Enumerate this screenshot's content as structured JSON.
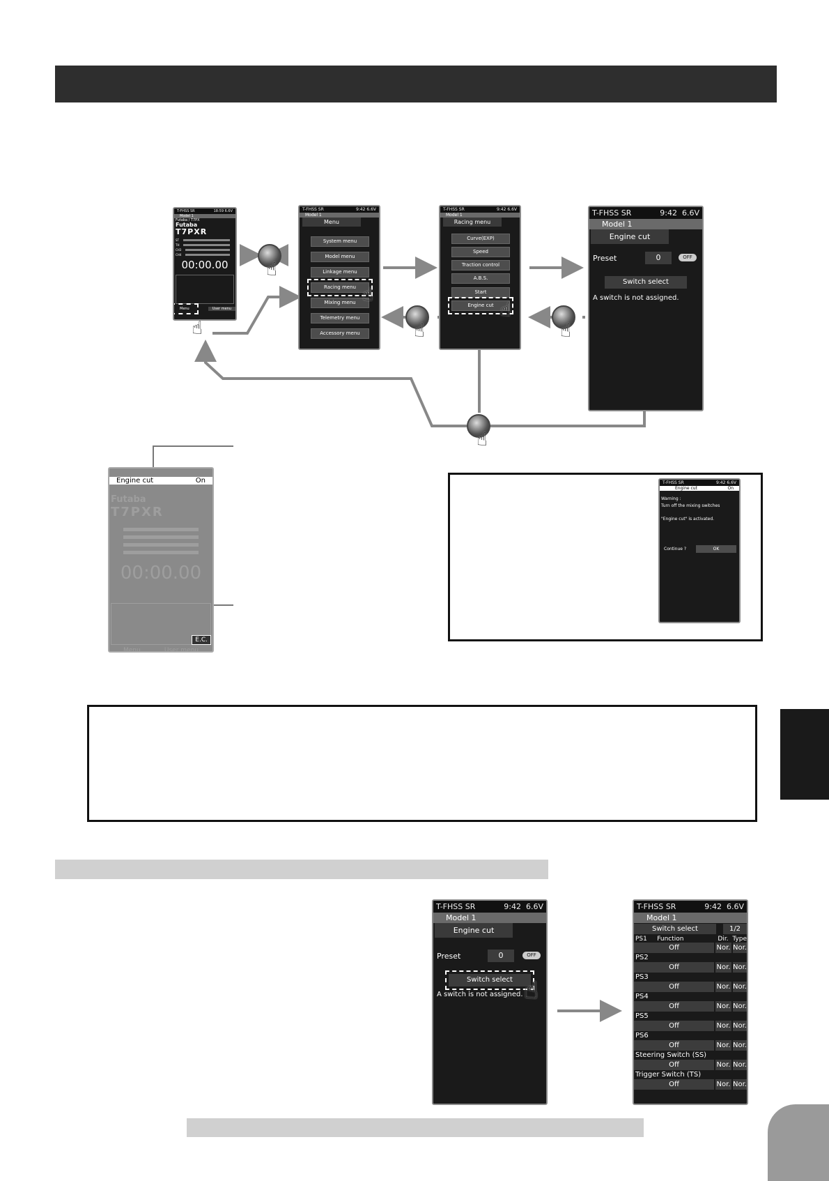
{
  "home_screen": {
    "status_left": "T-FHSS SR",
    "status_time": "18:59",
    "status_batt": "6.6V",
    "model": "Model 1",
    "user": "Futaba / T7PX",
    "brand": "Futaba",
    "product": "T7PXR",
    "trims": [
      "ST",
      "TH",
      "CH3",
      "CH4"
    ],
    "timer": "00:00.00",
    "menu_label": "Menu",
    "user_menu_label": "User menu"
  },
  "menu_screen": {
    "status_left": "T-FHSS SR",
    "status_time": "9:42",
    "status_batt": "6.6V",
    "model": "Model 1",
    "title": "Menu",
    "items": [
      "System menu",
      "Model menu",
      "Linkage menu",
      "Racing menu",
      "Mixing menu",
      "Telemetry menu",
      "Accessory menu"
    ]
  },
  "racing_screen": {
    "status_left": "T-FHSS SR",
    "status_time": "9:42",
    "status_batt": "6.6V",
    "model": "Model 1",
    "title": "Racing menu",
    "items": [
      "Curve(EXP)",
      "Speed",
      "Traction control",
      "A.B.S.",
      "Start",
      "Engine cut"
    ]
  },
  "engine_cut_screen": {
    "status_left": "T-FHSS SR",
    "status_time": "9:42",
    "status_batt": "6.6V",
    "model": "Model 1",
    "title": "Engine cut",
    "preset_label": "Preset",
    "preset_value": "0",
    "off_label": "OFF",
    "switch_select_label": "Switch select",
    "message": "A switch is not assigned."
  },
  "faded_home": {
    "banner_label": "Engine cut",
    "banner_state": "On",
    "brand": "Futaba",
    "product": "T7PXR",
    "timer": "00:00.00",
    "ec_label": "E.C.",
    "menu_label": "Menu",
    "user_menu_label": "User menu"
  },
  "warning_screen": {
    "status_left": "T-FHSS SR",
    "status_time": "9:42",
    "status_batt": "6.6V",
    "banner_label": "Engine cut",
    "banner_state": "On",
    "warning": "Warning :",
    "line1": "Turn off the mixing switches",
    "line2": "\"Engine cut\" is activated.",
    "continue_label": "Continue ?",
    "ok_label": "OK"
  },
  "engine_cut_screen2": {
    "status_left": "T-FHSS SR",
    "status_time": "9:42",
    "status_batt": "6.6V",
    "model": "Model 1",
    "title": "Engine cut",
    "preset_label": "Preset",
    "preset_value": "0",
    "off_label": "OFF",
    "switch_select_label": "Switch select",
    "message": "A switch is not assigned."
  },
  "switch_select_screen": {
    "status_left": "T-FHSS SR",
    "status_time": "9:42",
    "status_batt": "6.6V",
    "model": "Model 1",
    "title": "Switch select",
    "page": "1/2",
    "col_function": "Function",
    "col_dir": "Dir.",
    "col_type": "Type",
    "rows": [
      {
        "label": "PS1",
        "function": "Off",
        "dir": "Nor.",
        "type": "Nor."
      },
      {
        "label": "PS2",
        "function": "Off",
        "dir": "Nor.",
        "type": "Nor."
      },
      {
        "label": "PS3",
        "function": "Off",
        "dir": "Nor.",
        "type": "Nor."
      },
      {
        "label": "PS4",
        "function": "Off",
        "dir": "Nor.",
        "type": "Nor."
      },
      {
        "label": "PS5",
        "function": "Off",
        "dir": "Nor.",
        "type": "Nor."
      },
      {
        "label": "PS6",
        "function": "Off",
        "dir": "Nor.",
        "type": "Nor."
      },
      {
        "label": "Steering Switch (SS)",
        "function": "Off",
        "dir": "Nor.",
        "type": "Nor."
      },
      {
        "label": "Trigger Switch (TS)",
        "function": "Off",
        "dir": "Nor.",
        "type": "Nor."
      }
    ]
  }
}
